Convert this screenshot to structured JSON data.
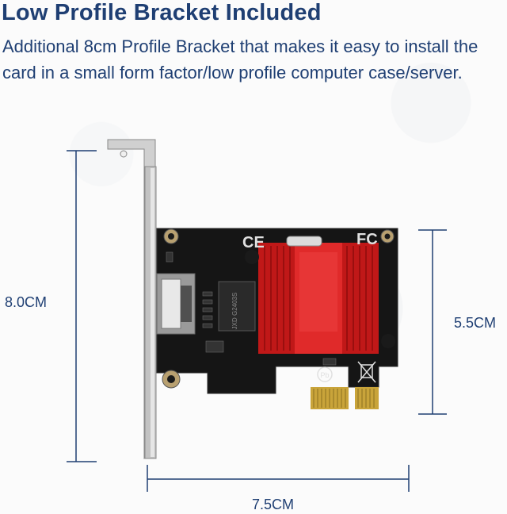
{
  "headline": "Low Profile Bracket Included",
  "description": "Additional 8cm Profile Bracket that makes it easy to install the card in a small form factor/low profile computer case/server.",
  "dimensions": {
    "bracket_height": "8.0CM",
    "card_height": "5.5CM",
    "card_width": "7.5CM"
  },
  "colors": {
    "text": "#1f3f73",
    "pcb": "#151515",
    "heatsink": "#d42020",
    "gold_contacts": "#c9a43a",
    "bracket": "#c8c8c8"
  },
  "icons": [
    "ethernet-port-icon",
    "ce-mark-icon",
    "fcc-mark-icon",
    "weee-bin-icon",
    "pb-free-icon"
  ]
}
